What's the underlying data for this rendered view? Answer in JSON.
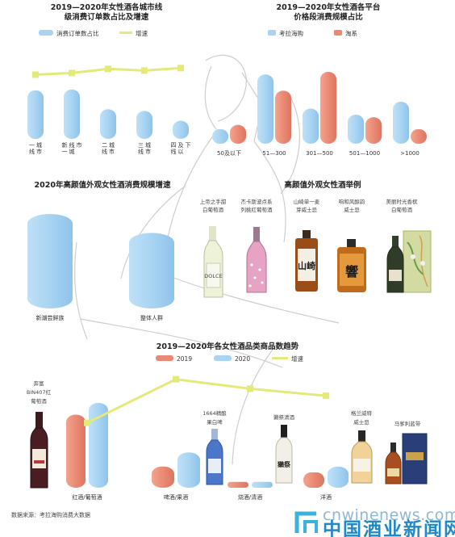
{
  "chart_data": [
    {
      "type": "bar",
      "title_lines": [
        "2019—2020年女性酒各城市线",
        "级消费订单数占比及增速"
      ],
      "legend": [
        "消费订单数占比",
        "增速"
      ],
      "categories": [
        "一线城市",
        "新一线城市",
        "二线城市",
        "三线城市",
        "四线及以下"
      ],
      "series": [
        {
          "name": "消费订单数占比",
          "values": [
            59,
            60,
            36,
            34,
            22
          ]
        },
        {
          "name": "增速",
          "values": [
            78,
            80,
            85,
            83,
            86
          ]
        }
      ],
      "ylim": [
        0,
        100
      ]
    },
    {
      "type": "bar",
      "title_lines": [
        "2019—2020年女性酒各平台",
        "价格段消费规模占比"
      ],
      "legend": [
        "考拉海购",
        "淘系"
      ],
      "categories": [
        "50及以下",
        "51—300",
        "301—500",
        "501—1000",
        ">1000"
      ],
      "series": [
        {
          "name": "考拉海购",
          "values": [
            17,
            81,
            41,
            34,
            49
          ]
        },
        {
          "name": "淘系",
          "values": [
            22,
            62,
            84,
            31,
            17
          ]
        }
      ],
      "ylim": [
        0,
        100
      ]
    },
    {
      "type": "bar",
      "title": "2020年高颜值外观女性酒消费规模增速",
      "categories": [
        "新潮尝鲜族",
        "整体人群"
      ],
      "values": [
        90,
        72
      ],
      "ylim": [
        0,
        100
      ]
    },
    {
      "type": "bar",
      "title": "2019—2020年各女性酒品类商品数趋势",
      "legend": [
        "2019",
        "2020",
        "增速"
      ],
      "categories": [
        "红酒/葡萄酒",
        "啤酒/果酒",
        "烧酒/清酒",
        "洋酒"
      ],
      "series": [
        {
          "name": "2019",
          "values": [
            62,
            18,
            5,
            13
          ]
        },
        {
          "name": "2020",
          "values": [
            72,
            30,
            5,
            18
          ]
        },
        {
          "name": "增速",
          "values": [
            55,
            92,
            84,
            78
          ]
        }
      ],
      "ylim": [
        0,
        100
      ]
    }
  ],
  "showcase": {
    "title": "高颜值外观女性酒举例",
    "products": [
      {
        "name_lines": [
          "上帝之手甜",
          "白葡萄酒"
        ],
        "bottle_label": "DOLCE"
      },
      {
        "name_lines": [
          "杰卡斯波点系",
          "列桃红葡萄酒"
        ],
        "bottle_label": ""
      },
      {
        "name_lines": [
          "山崎单一麦",
          "芽威士忌"
        ],
        "bottle_label": "山崎"
      },
      {
        "name_lines": [
          "响和风醇韵",
          "威士忌"
        ],
        "bottle_label": "響"
      },
      {
        "name_lines": [
          "美丽时光香槟",
          "白葡萄酒"
        ],
        "bottle_label": ""
      }
    ]
  },
  "callouts": [
    {
      "lines": [
        "奔富",
        "BIN407红",
        "葡萄酒"
      ]
    },
    {
      "lines": [
        "1664精酿",
        "果白啤"
      ]
    },
    {
      "lines": [
        "獭祭清酒"
      ],
      "bottle_label": "獺祭"
    },
    {
      "lines": [
        "格兰威特",
        "威士忌"
      ]
    },
    {
      "lines": [
        "马爹利蓝带"
      ]
    }
  ],
  "colors": {
    "blue": "#a8d4f2",
    "red": "#ea8a74",
    "yellow": "#e4e979",
    "title": "#222222",
    "wm_light": "#8fb7d3",
    "wm_dark": "#1f88c8"
  },
  "source": "数据来源：考拉海购消费大数据",
  "watermark": {
    "domain": "cnwinenews.com",
    "name": "中国酒业新闻网",
    "logo_icon": "cn-logo-icon"
  }
}
